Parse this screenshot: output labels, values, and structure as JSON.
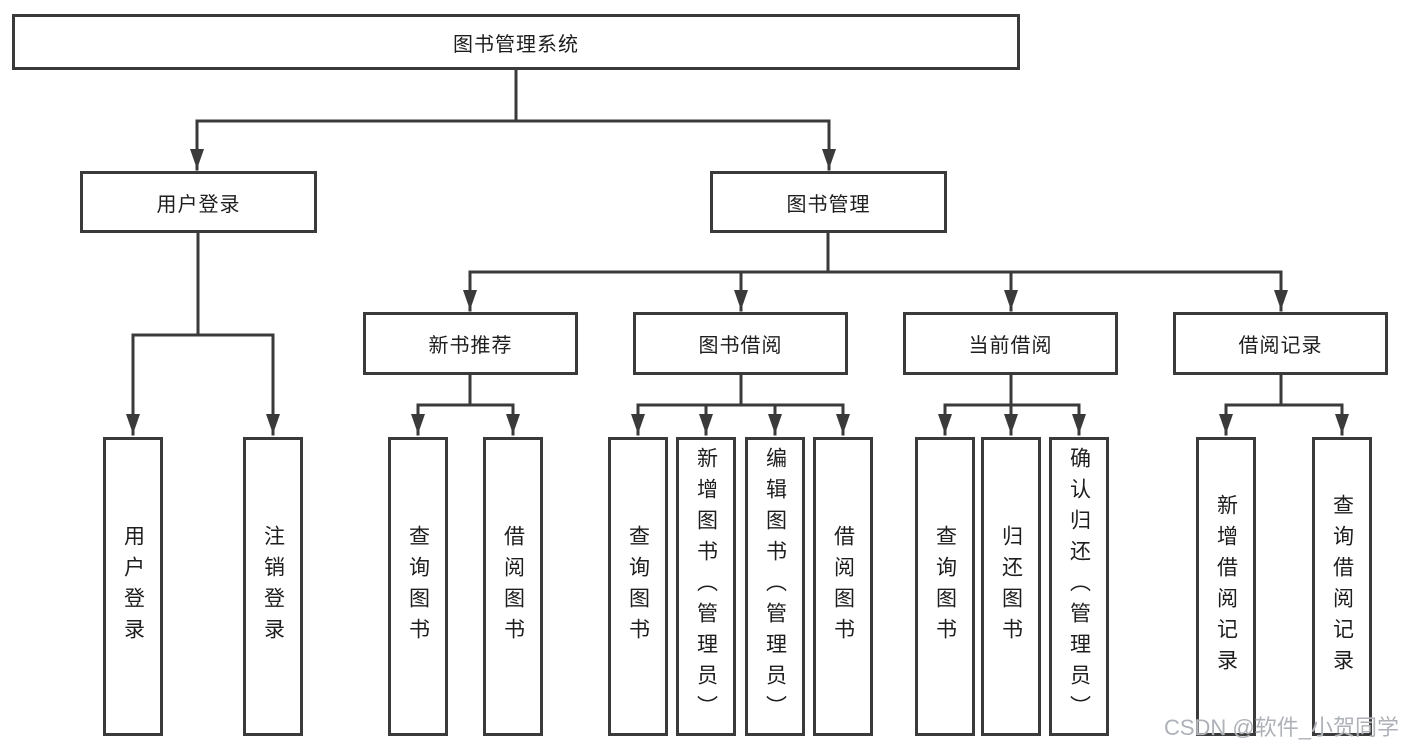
{
  "diagram": {
    "root": {
      "label": "图书管理系统"
    },
    "branches": [
      {
        "label": "用户登录",
        "children": [
          {
            "label": "用户登录"
          },
          {
            "label": "注销登录"
          }
        ]
      },
      {
        "label": "图书管理",
        "children": [
          {
            "label": "新书推荐",
            "children": [
              {
                "label": "查询图书"
              },
              {
                "label": "借阅图书"
              }
            ]
          },
          {
            "label": "图书借阅",
            "children": [
              {
                "label": "查询图书"
              },
              {
                "label": "新增图书（管理员）"
              },
              {
                "label": "编辑图书（管理员）"
              },
              {
                "label": "借阅图书"
              }
            ]
          },
          {
            "label": "当前借阅",
            "children": [
              {
                "label": "查询图书"
              },
              {
                "label": "归还图书"
              },
              {
                "label": "确认归还（管理员）"
              }
            ]
          },
          {
            "label": "借阅记录",
            "children": [
              {
                "label": "新增借阅记录"
              },
              {
                "label": "查询借阅记录"
              }
            ]
          }
        ]
      }
    ],
    "colors": {
      "line": "#3a3a3a",
      "box_border": "#3a3a3a",
      "text": "#1e1e1e",
      "watermark": "#aeb2b8",
      "background": "#ffffff"
    }
  },
  "watermark": {
    "text": "CSDN @软件_小贺同学"
  }
}
